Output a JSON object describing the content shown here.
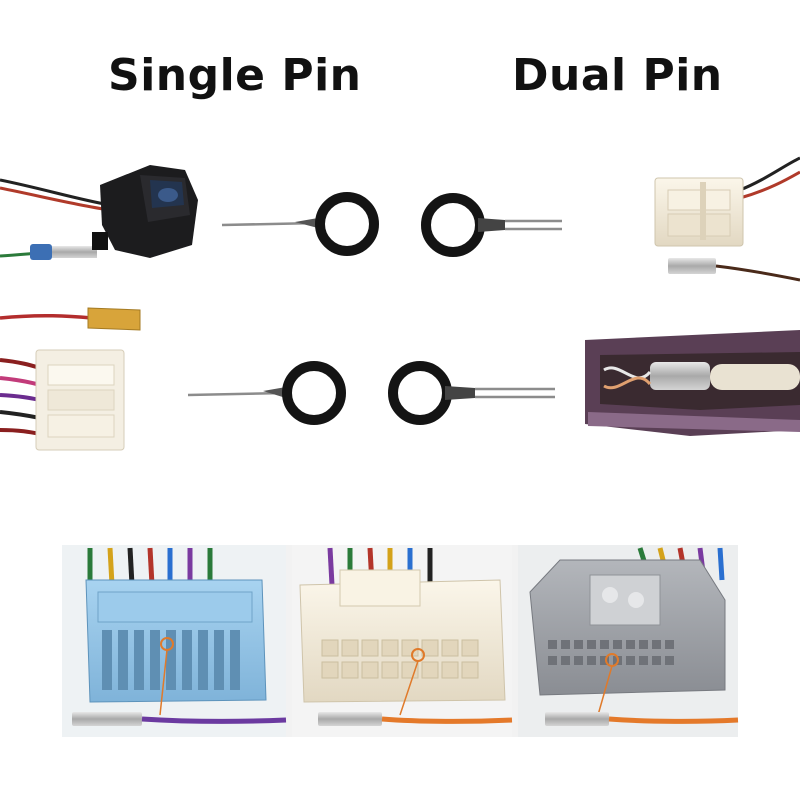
{
  "headings": {
    "single": "Single Pin",
    "dual": "Dual Pin"
  },
  "colors": {
    "tool_ring": "#141414",
    "tool_shaft": "#8c8c8c",
    "connector_black": "#1c1c1e",
    "connector_cream": "#efe7d4",
    "connector_blue": "#8fc3e6",
    "connector_white": "#f5efe2",
    "connector_gray": "#9a9da3",
    "wire_orange": "#e4792a",
    "wire_purple": "#6b3aa0",
    "callout_orange": "#e07a2a"
  },
  "panels": [
    {
      "name": "blue-connector",
      "wire": "purple"
    },
    {
      "name": "white-connector",
      "wire": "orange"
    },
    {
      "name": "gray-connector",
      "wire": "orange"
    }
  ]
}
